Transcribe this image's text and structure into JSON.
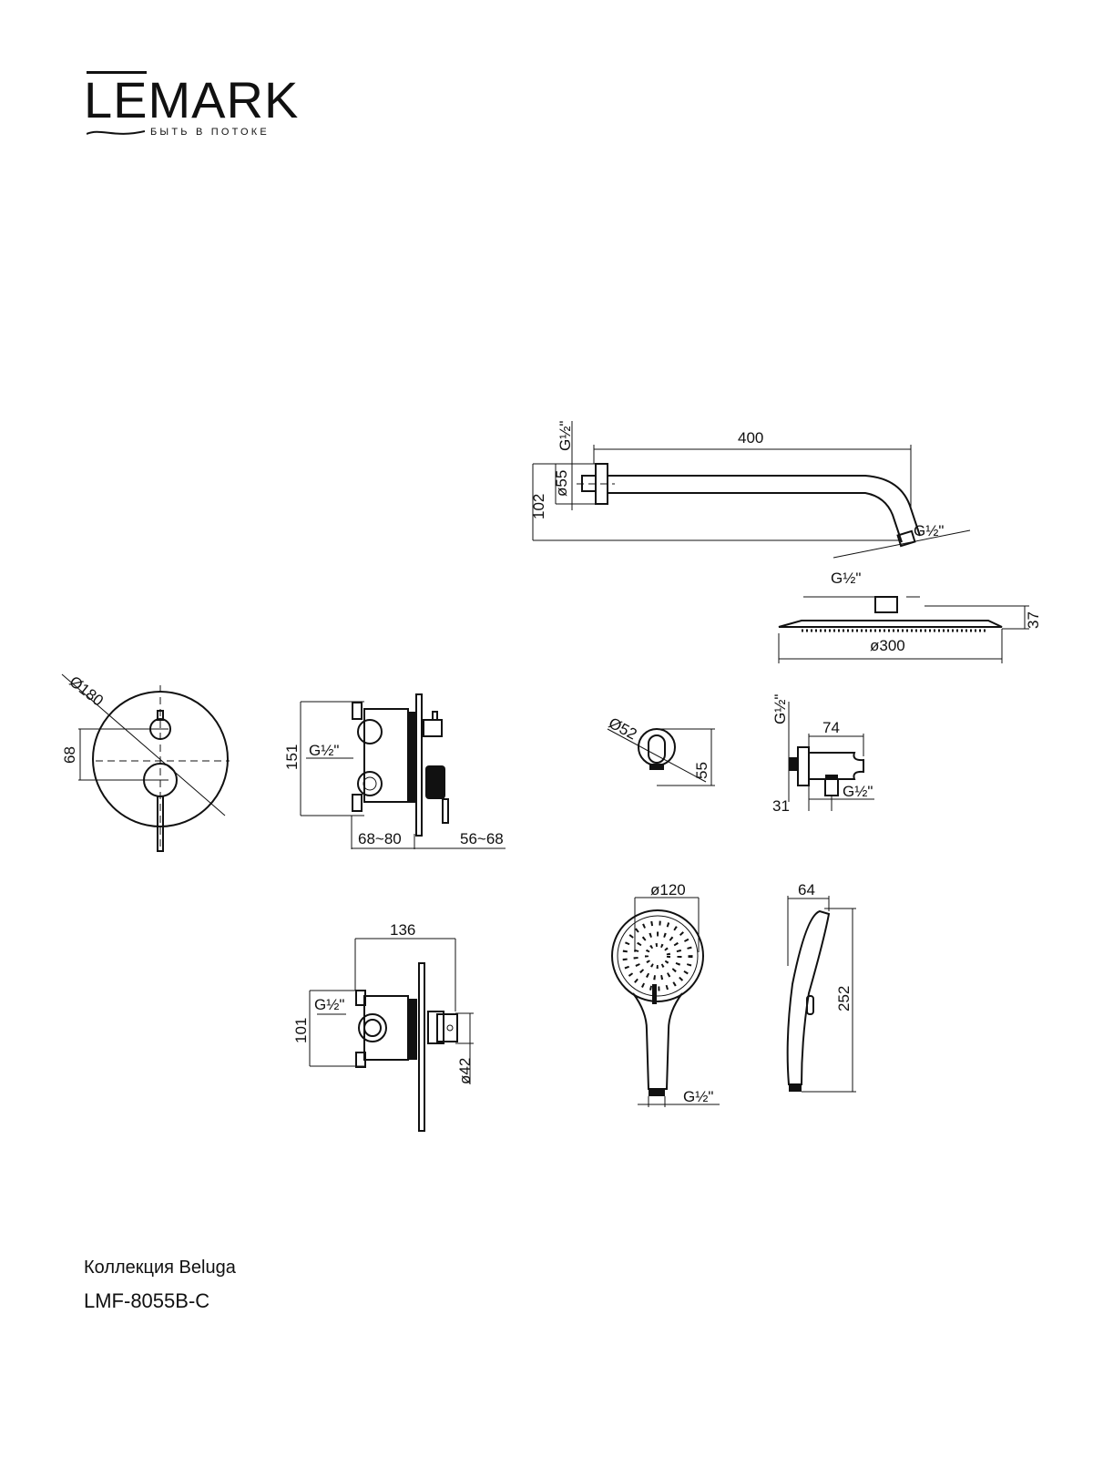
{
  "brand": {
    "name": "LEMARK",
    "tagline": "БЫТЬ В ПОТОКЕ"
  },
  "shower_arm": {
    "length": "400",
    "height": "102",
    "flange_diameter": "ø55",
    "inlet_thread": "G½\"",
    "outlet_thread": "G½\""
  },
  "overhead_shower": {
    "thread": "G½\"",
    "diameter": "ø300",
    "height": "37"
  },
  "mixer_front": {
    "diameter": "Ø180",
    "handle_spacing": "68"
  },
  "mixer_side": {
    "height": "151",
    "thread": "G½\"",
    "depth_range": "68~80",
    "projection_range": "56~68"
  },
  "wall_outlet": {
    "diameter": "Ø52",
    "height": "55"
  },
  "holder": {
    "inlet_thread": "G½\"",
    "length": "74",
    "offset": "31",
    "outlet_thread": "G½\""
  },
  "mixer_body": {
    "width": "136",
    "height": "101",
    "thread": "G½\"",
    "diameter": "ø42"
  },
  "hand_shower": {
    "diameter": "ø120",
    "thread": "G½\"",
    "depth": "64",
    "length": "252"
  },
  "footer": {
    "collection": "Коллекция Beluga",
    "model": "LMF-8055B-C"
  }
}
